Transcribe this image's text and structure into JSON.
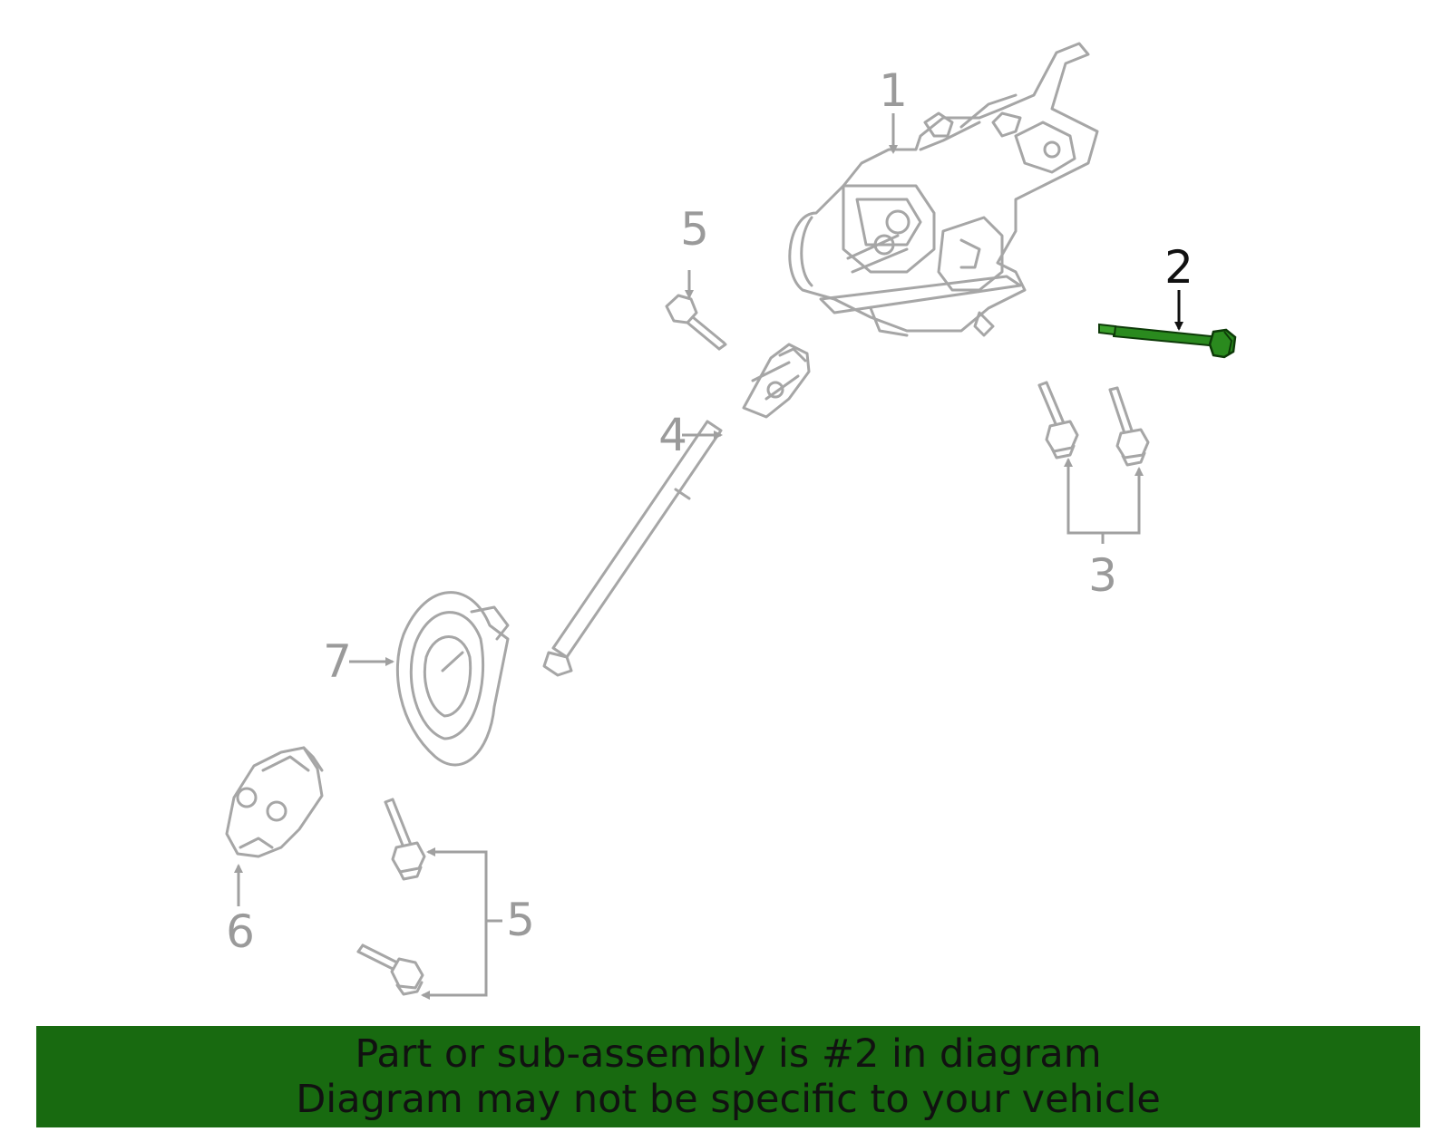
{
  "diagram": {
    "callouts": [
      "1",
      "2",
      "3",
      "4",
      "5",
      "5",
      "6",
      "7"
    ],
    "highlight_color": "#2a8a1e",
    "part_color": "#a6a6a6"
  },
  "banner": {
    "line1": "Part or sub-assembly is #2 in diagram",
    "line2": "Diagram may not be specific to your vehicle",
    "background": "#186a10"
  }
}
